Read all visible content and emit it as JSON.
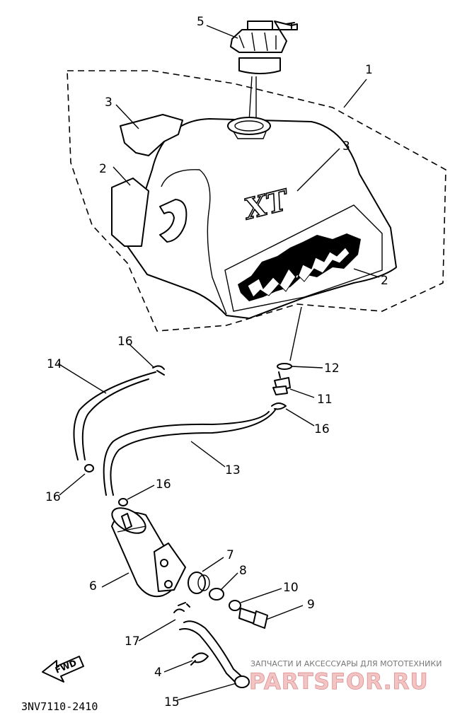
{
  "diagram": {
    "callouts": [
      {
        "id": "1",
        "text": "1"
      },
      {
        "id": "2a",
        "text": "2"
      },
      {
        "id": "2b",
        "text": "2"
      },
      {
        "id": "3a",
        "text": "3"
      },
      {
        "id": "3b",
        "text": "3"
      },
      {
        "id": "4",
        "text": "4"
      },
      {
        "id": "5",
        "text": "5"
      },
      {
        "id": "6",
        "text": "6"
      },
      {
        "id": "7",
        "text": "7"
      },
      {
        "id": "8",
        "text": "8"
      },
      {
        "id": "9",
        "text": "9"
      },
      {
        "id": "10",
        "text": "10"
      },
      {
        "id": "11",
        "text": "11"
      },
      {
        "id": "12",
        "text": "12"
      },
      {
        "id": "13",
        "text": "13"
      },
      {
        "id": "14",
        "text": "14"
      },
      {
        "id": "15",
        "text": "15"
      },
      {
        "id": "16a",
        "text": "16"
      },
      {
        "id": "16b",
        "text": "16"
      },
      {
        "id": "16c",
        "text": "16"
      },
      {
        "id": "16d",
        "text": "16"
      },
      {
        "id": "17",
        "text": "17"
      }
    ],
    "tank_emblem": "XT",
    "fwd_label": "FWD",
    "part_code": "3NV7110-2410"
  },
  "watermark": {
    "tagline": "ЗАПЧАСТИ И АКСЕССУАРЫ ДЛЯ МОТОТЕХНИКИ",
    "brand": "PARTSFOR.RU",
    "color": "#e39a9a"
  }
}
